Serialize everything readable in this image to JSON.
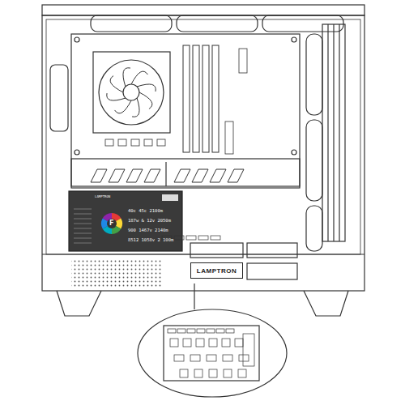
{
  "diagram": {
    "nodes": [
      {
        "text": [
          "LAMPTRON"
        ]
      }
    ],
    "labels": [
      "LAMPTRON",
      "F",
      "40c 45c 2100m",
      "187w & 12v 2050m",
      "900 1467v 2140m",
      "8512 1058v 2 100m"
    ]
  }
}
